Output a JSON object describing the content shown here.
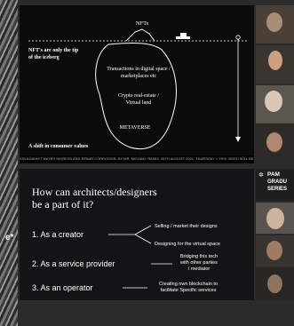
{
  "sidebar": {
    "edge_text": "e*"
  },
  "slide1": {
    "top_label": "NFTs",
    "left_note_line1": "NFT's are only the tip",
    "left_note_line2": "of the iceberg",
    "layer1_line1": "Transactions in digital space /",
    "layer1_line2": "marketplaces etc",
    "layer2_line1": "Crypto real-estate /",
    "layer2_line2": "Virtual land",
    "layer3": "METAVERSE",
    "bottom_note": "A shift in consumer values",
    "ticker": "ION AGAINST WATER INGRESS AND REBAR CORROSION, BY MR. MICHAEL REMIS, 26TH AUGUST 2021, THURSDAY  //  THIS VIDEO WILL BE UPLOADED TO PAM"
  },
  "slide2": {
    "title_line1": "How can architects/designers",
    "title_line2": "be a part of it?",
    "item1": "1. As a creator",
    "item1_sub1": "Selling / market their designs",
    "item1_sub2": "Designing for the virtual space",
    "item2": "2. As a service provider",
    "item2_sub_line1": "Bridging this tech",
    "item2_sub_line2": "with other parties",
    "item2_sub_line3": "/ mediator",
    "item3": "3. As an operator",
    "item3_sub_line1": "Creating own blockchain to",
    "item3_sub_line2": "facilitate Specific services"
  },
  "gallery2": {
    "logo_line1": "PAM",
    "logo_line2": "GRADU",
    "logo_line3": "SERIES"
  },
  "colors": {
    "slide_bg": "#0b0b0b",
    "slide_text": "#ffffff",
    "page_bg": "#2b2b2b"
  }
}
